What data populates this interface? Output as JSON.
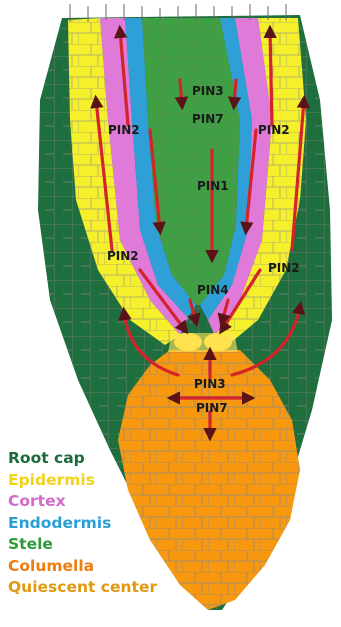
{
  "labels": {
    "pin2_upper_left": "PIN2",
    "pin2_upper_right": "PIN2",
    "pin2_lower_left": "PIN2",
    "pin2_lower_right": "PIN2",
    "pin3_top": "PIN3",
    "pin7_top": "PIN7",
    "pin1": "PIN1",
    "pin4": "PIN4",
    "pin3_bottom": "PIN3",
    "pin7_bottom": "PIN7"
  },
  "legend": [
    {
      "text": "Root cap",
      "color": "#1b6b3c"
    },
    {
      "text": "Epidermis",
      "color": "#f2d21b"
    },
    {
      "text": "Cortex",
      "color": "#d16bcc"
    },
    {
      "text": "Endodermis",
      "color": "#2a9fd6"
    },
    {
      "text": "Stele",
      "color": "#2f9a3a"
    },
    {
      "text": "Columella",
      "color": "#ef7d0f"
    },
    {
      "text": "Quiescent center",
      "color": "#e09a12"
    }
  ],
  "colors": {
    "root_cap": "#1f6e3d",
    "epidermis": "#f6f02c",
    "cortex": "#e07ad8",
    "endodermis": "#2f9fd8",
    "stele": "#3ea043",
    "columella": "#f7980f",
    "quiescent_center": "#ffd93a",
    "arrow": "#d4232a",
    "arrow_head": "#5a1418",
    "cell_wall": "#8a8a8a"
  }
}
